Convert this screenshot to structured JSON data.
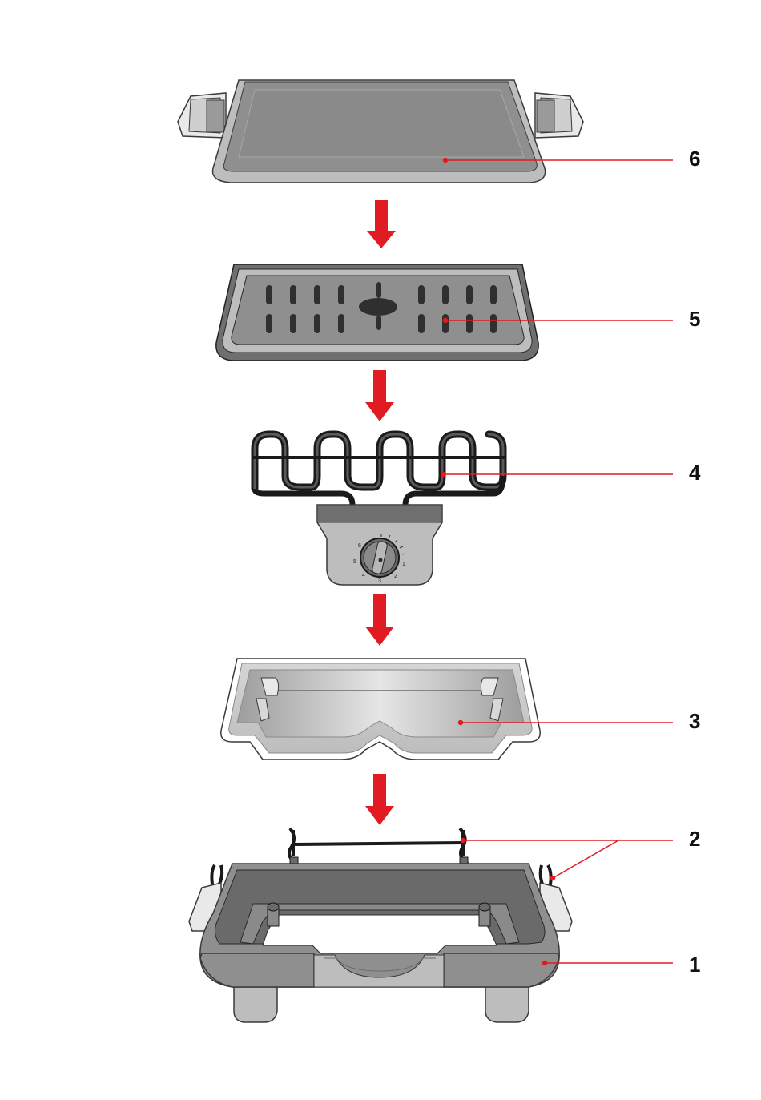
{
  "colors": {
    "accent_red": "#e11b22",
    "dark_grey": "#6a6a6a",
    "mid_grey": "#8f8f8f",
    "light_grey": "#bdbdbd",
    "outline": "#3a3a3a"
  },
  "callouts": [
    {
      "id": "6",
      "label": "6"
    },
    {
      "id": "5",
      "label": "5"
    },
    {
      "id": "4",
      "label": "4"
    },
    {
      "id": "3",
      "label": "3"
    },
    {
      "id": "2",
      "label": "2"
    },
    {
      "id": "1",
      "label": "1"
    }
  ],
  "dial": {
    "marks": [
      "6",
      "5",
      "4",
      "3",
      "2",
      "1"
    ]
  }
}
